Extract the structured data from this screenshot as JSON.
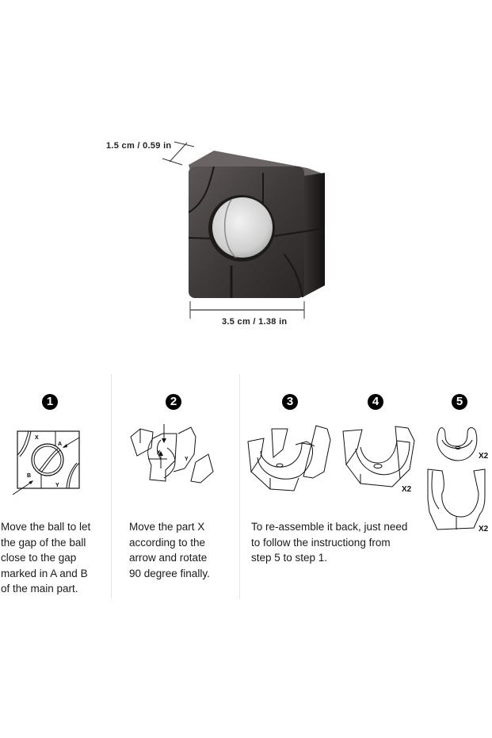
{
  "product": {
    "dimension_depth": "1.5 cm / 0.59 in",
    "dimension_width": "3.5 cm / 1.38 in",
    "colors": {
      "body": "#4a4444",
      "ball": "#d8d8d8",
      "background": "#ffffff"
    }
  },
  "steps": [
    {
      "number": "1",
      "text_lines": [
        "Move the ball to let",
        "the gap of the ball",
        "close to the gap",
        "marked in A and B",
        "of the main part."
      ],
      "labels": [
        "X",
        "A",
        "B",
        "Y"
      ]
    },
    {
      "number": "2",
      "text_lines": [
        "Move the part X",
        "according to the",
        "arrow and rotate",
        "90 degree finally."
      ],
      "labels": [
        "X",
        "Y"
      ]
    },
    {
      "number": "3"
    },
    {
      "number": "4",
      "multiplier": "X2"
    },
    {
      "number": "5",
      "multiplier_top": "X2",
      "multiplier_bottom": "X2"
    }
  ],
  "reassemble_text_lines": [
    "To re-assemble it back, just need",
    "to follow the instructiong from",
    "step 5 to step 1."
  ]
}
